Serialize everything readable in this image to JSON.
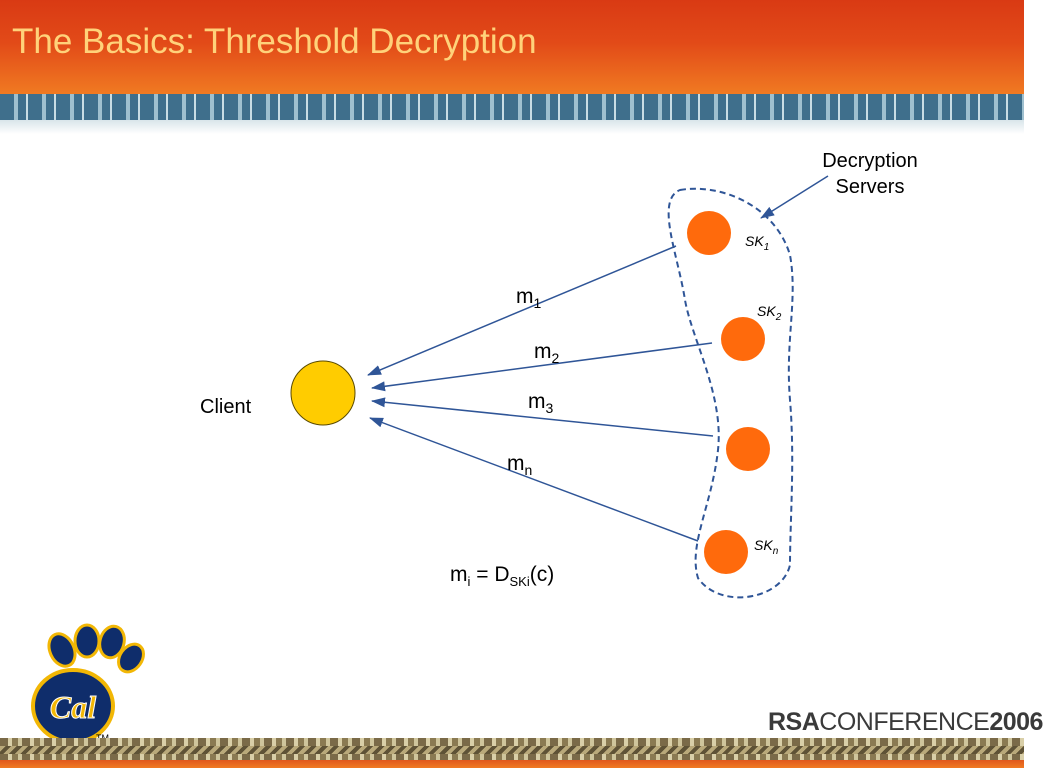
{
  "slide": {
    "title": "The Basics: Threshold Decryption"
  },
  "diagram": {
    "client_label": "Client",
    "servers_label": [
      "Decryption",
      "Servers"
    ],
    "messages": [
      {
        "base": "m",
        "sub": "1"
      },
      {
        "base": "m",
        "sub": "2"
      },
      {
        "base": "m",
        "sub": "3"
      },
      {
        "base": "m",
        "sub": "n"
      }
    ],
    "server_keys": [
      {
        "base": "SK",
        "sub": "1"
      },
      {
        "base": "SK",
        "sub": "2"
      },
      {
        "base": "SK",
        "sub": "n"
      }
    ],
    "formula": {
      "lhs_base": "m",
      "lhs_sub": "i",
      "eq": "=",
      "fn_base": "D",
      "fn_sub": "SKi",
      "arg": "(c)"
    }
  },
  "footer": {
    "logo_text": "Cal",
    "trademark": "TM",
    "conference_prefix": "RSA",
    "conference_name": "CONFERENCE",
    "conference_year": "2006"
  },
  "colors": {
    "header": "#e24a18",
    "title_text": "#ffd27a",
    "client_node": "#ffcc00",
    "server_node": "#ff6a0c",
    "arrow": "#2f5597",
    "logo_navy": "#0f2d6b",
    "logo_gold": "#f2b705"
  }
}
